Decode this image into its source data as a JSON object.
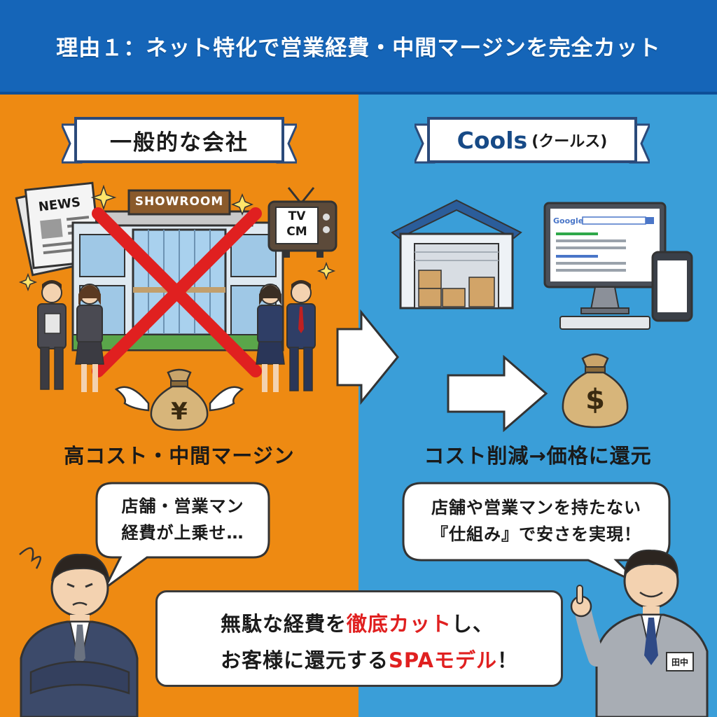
{
  "header": {
    "title": "理由１：ネット特化で営業経費・中間マージンを完全カット"
  },
  "left": {
    "banner": "一般的な会社",
    "news_label": "NEWS",
    "showroom_label": "SHOWROOM",
    "tv_line1": "TV",
    "tv_line2": "CM",
    "yen_symbol": "¥",
    "caption": "高コスト・中間マージン",
    "bubble_line1": "店舗・営業マン",
    "bubble_line2": "経費が上乗せ…"
  },
  "right": {
    "banner_en": "Cools",
    "banner_kana": "(クールス)",
    "google_label": "Google",
    "dollar_symbol": "$",
    "caption": "コスト削減→価格に還元",
    "bubble_line1": "店舗や営業マンを持たない",
    "bubble_line2": "『仕組み』で安さを実現！",
    "name_tag": "田中"
  },
  "bottom": {
    "line1_a": "無駄な経費を",
    "line1_hl": "徹底カット",
    "line1_b": "し、",
    "line2_a": "お客様に還元する",
    "line2_hl": "SPAモデル",
    "line2_b": "！"
  },
  "colors": {
    "header": "#1565b8",
    "left_panel": "#ee8a12",
    "right_panel": "#3a9ed8",
    "highlight": "#e02020",
    "check": "#3aa84a"
  }
}
